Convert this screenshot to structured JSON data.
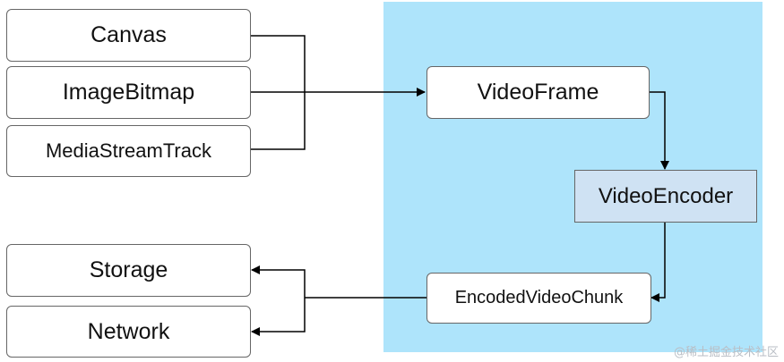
{
  "diagram": {
    "sources": [
      "Canvas",
      "ImageBitmap",
      "MediaStreamTrack"
    ],
    "video_frame": "VideoFrame",
    "video_encoder": "VideoEncoder",
    "encoded_chunk": "EncodedVideoChunk",
    "sinks": [
      "Storage",
      "Network"
    ]
  },
  "watermark": "@稀土掘金技术社区",
  "colors": {
    "panel": "#aee4fb",
    "encoder_fill": "#cfe2f3",
    "node_fill": "#ffffff",
    "border": "#666666",
    "arrow": "#000000"
  }
}
